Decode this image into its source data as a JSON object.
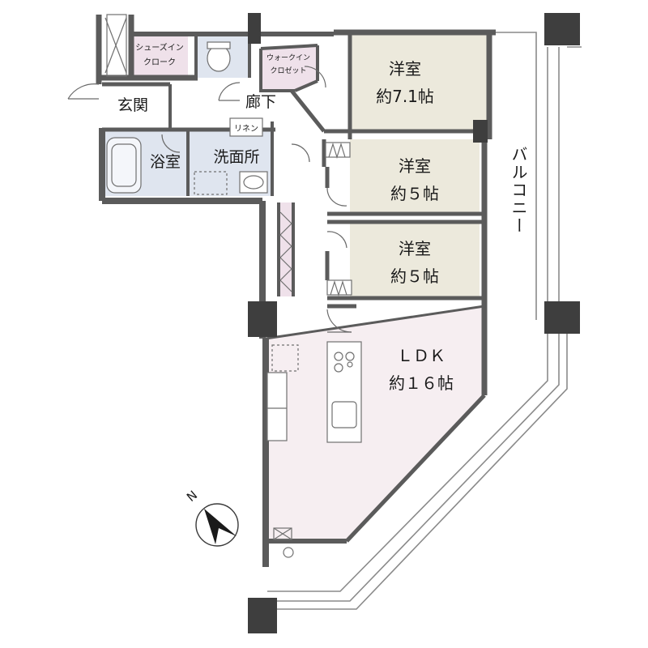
{
  "rooms": {
    "western1": {
      "name": "洋室",
      "size": "約7.1帖"
    },
    "western2": {
      "name": "洋室",
      "size": "約５帖"
    },
    "western3": {
      "name": "洋室",
      "size": "約５帖"
    },
    "ldk": {
      "name": "ＬＤＫ",
      "size": "約１６帖"
    },
    "bath": {
      "name": "浴室"
    },
    "washroom": {
      "name": "洗面所"
    },
    "entrance": {
      "name": "玄関"
    },
    "corridor": {
      "name": "廊下"
    },
    "linen": {
      "name": "リネン"
    },
    "shoes_closet": {
      "line1": "シューズイン",
      "line2": "クローク"
    },
    "walkin_closet": {
      "line1": "ウォークイン",
      "line2": "クロゼット"
    },
    "balcony": {
      "name": "バルコニー"
    }
  },
  "compass": {
    "label": "N"
  },
  "colors": {
    "western": "#ece9dc",
    "ldk": "#f6eef1",
    "wet": "#dfe5ef",
    "closet": "#efe1ea",
    "wall": "#5b5b5b",
    "wall_dark": "#3e3e3e"
  }
}
